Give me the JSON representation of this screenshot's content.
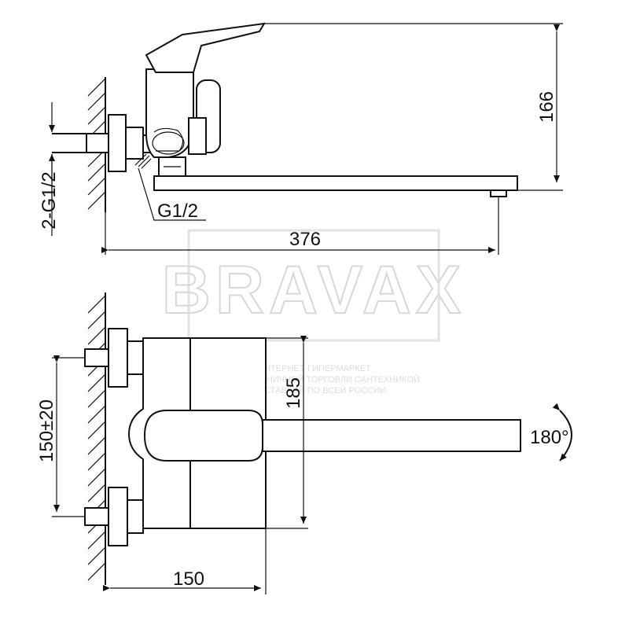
{
  "watermark": {
    "brand": "BRAVAX",
    "line1": "ИНТЕРНЕТ-ГИПЕРМАРКЕТ",
    "line2": "ОПТОВО-РОЗНИЧНОЙ ТОРГОВЛИ САНТЕХНИКОЙ",
    "line3": "С ДОСТАВКОЙ ПО ВСЕЙ РОССИИ"
  },
  "top_view": {
    "dim_height": "166",
    "dim_length": "376",
    "thread_outlet": "G1/2",
    "thread_inlet": "2-G1/2"
  },
  "front_view": {
    "dim_spacing": "150±20",
    "dim_body_height": "185",
    "dim_projection": "150",
    "rotation": "180°"
  }
}
